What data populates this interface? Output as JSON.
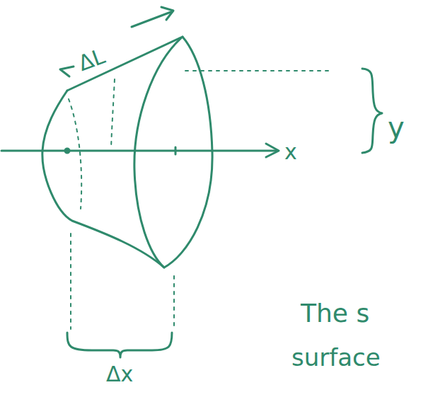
{
  "diagram": {
    "labels": [
      "ΔL",
      "y",
      "x",
      "Δx",
      "The s",
      "surface"
    ]
  }
}
